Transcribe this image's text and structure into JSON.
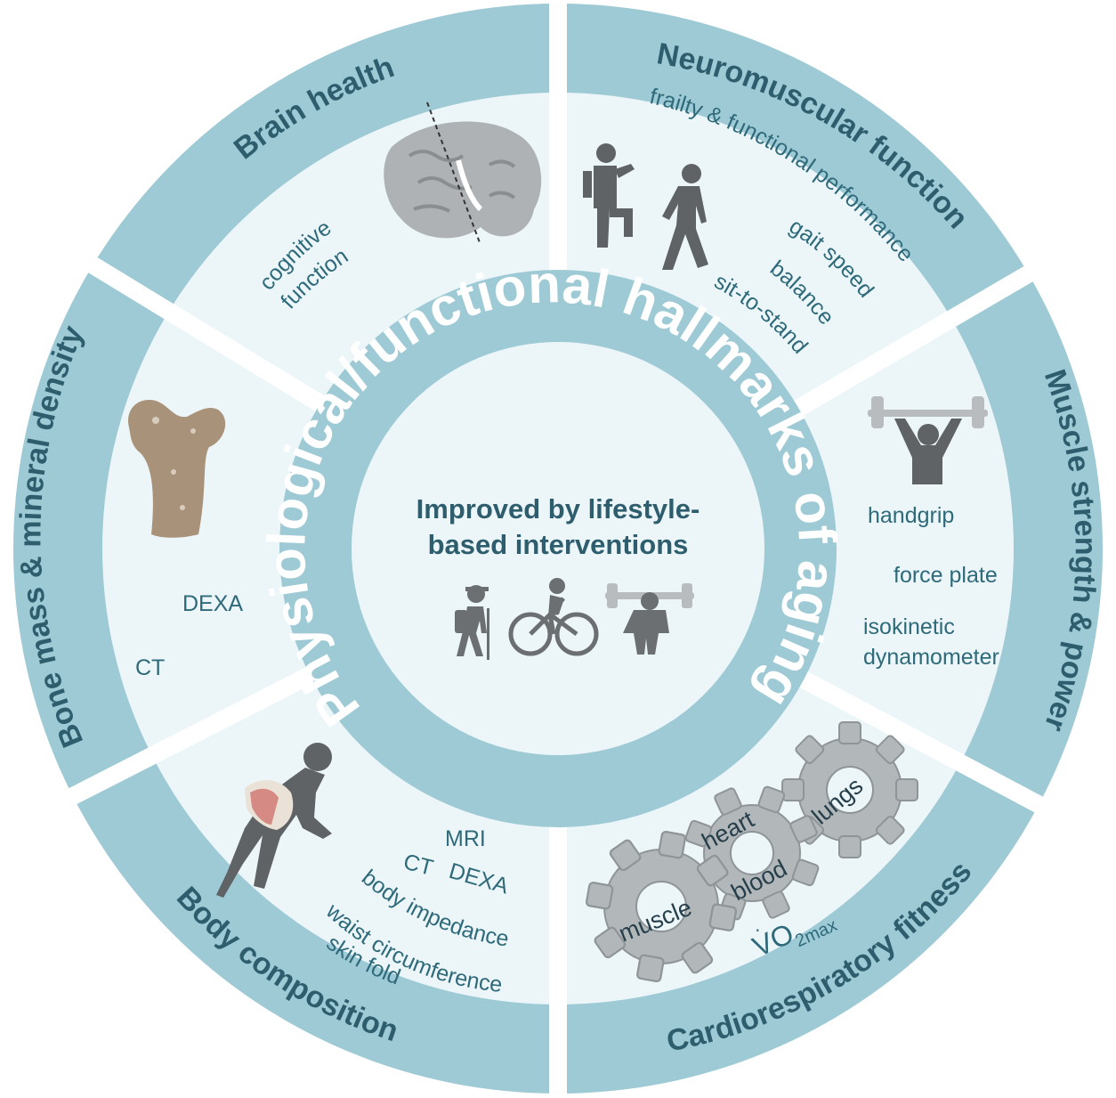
{
  "ring_title": "Physiological/functional hallmarks of aging",
  "center": {
    "line1": "Improved by lifestyle-",
    "line2": "based interventions"
  },
  "segments": {
    "brain": {
      "title": "Brain health",
      "labels": [
        "cognitive",
        "function"
      ]
    },
    "neuromuscular": {
      "title": "Neuromuscular function",
      "labels": [
        "frailty & functional performance",
        "gait speed",
        "balance",
        "sit-to-stand"
      ]
    },
    "muscle": {
      "title": "Muscle strength & power",
      "labels": [
        "handgrip",
        "force plate",
        "isokinetic",
        "dynamometer"
      ]
    },
    "cardio": {
      "title": "Cardiorespiratory fitness",
      "gears": [
        "muscle",
        "heart",
        "blood",
        "lungs"
      ],
      "vo2": "VO",
      "vo2_sub": "2max"
    },
    "body": {
      "title": "Body composition",
      "labels": [
        "MRI",
        "CT",
        "DEXA",
        "body impedance",
        "waist circumference",
        "skin fold"
      ]
    },
    "bone": {
      "title": "Bone mass & mineral density",
      "labels": [
        "DEXA",
        "CT"
      ]
    }
  },
  "colors": {
    "band": "#9ecad6",
    "panel": "#ecf6f9",
    "ring": "#9ecad6",
    "text": "#2e6a7a",
    "title": "#2e5e6d",
    "icon": "#5f6366",
    "gear": "#b2b7ba",
    "bone": "#a9927a"
  },
  "icons": [
    "brain-icon",
    "knee-raise-icon",
    "walking-person-icon",
    "weightlifter-icon",
    "gears-icon",
    "body-scan-icon",
    "femur-icon",
    "hiker-icon",
    "cyclist-icon",
    "squat-icon"
  ]
}
